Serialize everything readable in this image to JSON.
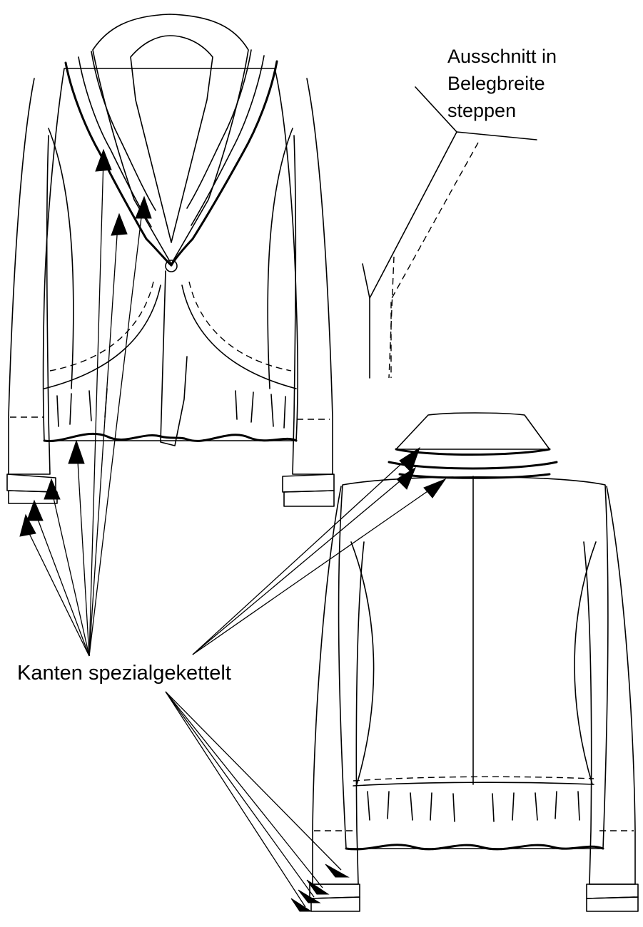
{
  "labels": {
    "detail_note_lines": [
      "Ausschnitt in",
      "Belegbreite",
      "steppen"
    ],
    "edge_note": "Kanten spezialgekettelt"
  },
  "drawings": [
    {
      "name": "front-view"
    },
    {
      "name": "back-view"
    },
    {
      "name": "neckline-detail"
    }
  ],
  "colors": {
    "line": "#000000",
    "background": "#ffffff"
  }
}
